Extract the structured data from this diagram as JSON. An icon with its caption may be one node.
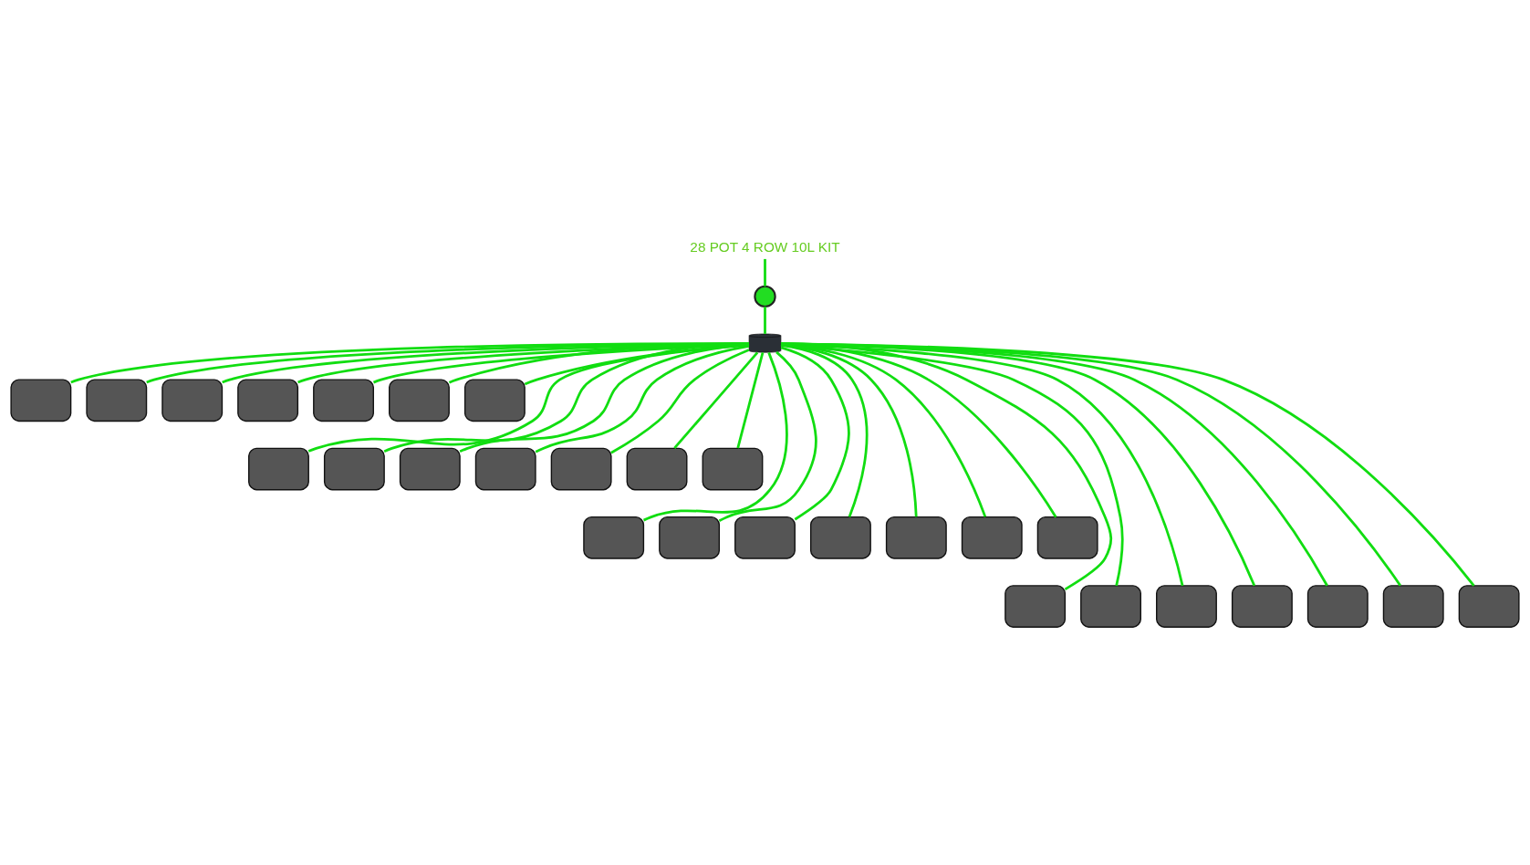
{
  "diagram": {
    "title": "28 POT 4 ROW 10L KIT",
    "nodes": [
      {
        "text": [],
        "shape": "box"
      },
      {
        "text": [],
        "shape": "box"
      },
      {
        "text": [],
        "shape": "box"
      },
      {
        "text": [],
        "shape": "box"
      },
      {
        "text": [],
        "shape": "box"
      },
      {
        "text": [],
        "shape": "box"
      },
      {
        "text": [],
        "shape": "box"
      },
      {
        "text": [],
        "shape": "box"
      },
      {
        "text": [],
        "shape": "box"
      },
      {
        "text": [],
        "shape": "box"
      },
      {
        "text": [],
        "shape": "box"
      },
      {
        "text": [],
        "shape": "box"
      },
      {
        "text": [],
        "shape": "box"
      },
      {
        "text": [],
        "shape": "box"
      },
      {
        "text": [],
        "shape": "box"
      },
      {
        "text": [],
        "shape": "box"
      },
      {
        "text": [],
        "shape": "box"
      },
      {
        "text": [],
        "shape": "box"
      },
      {
        "text": [],
        "shape": "box"
      },
      {
        "text": [],
        "shape": "box"
      },
      {
        "text": [],
        "shape": "box"
      },
      {
        "text": [],
        "shape": "box"
      },
      {
        "text": [],
        "shape": "box"
      },
      {
        "text": [],
        "shape": "box"
      },
      {
        "text": [],
        "shape": "box"
      },
      {
        "text": [],
        "shape": "box"
      },
      {
        "text": [],
        "shape": "box"
      },
      {
        "text": [],
        "shape": "box"
      },
      {
        "text": [],
        "shape": "cylinder"
      },
      {
        "text": [],
        "shape": "circle"
      }
    ],
    "edges": [
      {
        "from": null,
        "to": 29,
        "arrow": "none"
      },
      {
        "from": 29,
        "to": 28,
        "arrow": "none"
      },
      {
        "from": 28,
        "to": 0,
        "arrow": "none"
      },
      {
        "from": 28,
        "to": 1,
        "arrow": "none"
      },
      {
        "from": 28,
        "to": 2,
        "arrow": "none"
      },
      {
        "from": 28,
        "to": 3,
        "arrow": "none"
      },
      {
        "from": 28,
        "to": 4,
        "arrow": "none"
      },
      {
        "from": 28,
        "to": 5,
        "arrow": "none"
      },
      {
        "from": 28,
        "to": 6,
        "arrow": "none"
      },
      {
        "from": 28,
        "to": 7,
        "arrow": "none"
      },
      {
        "from": 28,
        "to": 8,
        "arrow": "none"
      },
      {
        "from": 28,
        "to": 9,
        "arrow": "none"
      },
      {
        "from": 28,
        "to": 10,
        "arrow": "none"
      },
      {
        "from": 28,
        "to": 11,
        "arrow": "none"
      },
      {
        "from": 28,
        "to": 12,
        "arrow": "none"
      },
      {
        "from": 28,
        "to": 13,
        "arrow": "none"
      },
      {
        "from": 28,
        "to": 14,
        "arrow": "none"
      },
      {
        "from": 28,
        "to": 15,
        "arrow": "none"
      },
      {
        "from": 28,
        "to": 16,
        "arrow": "none"
      },
      {
        "from": 28,
        "to": 17,
        "arrow": "none"
      },
      {
        "from": 28,
        "to": 18,
        "arrow": "none"
      },
      {
        "from": 28,
        "to": 19,
        "arrow": "none"
      },
      {
        "from": 28,
        "to": 20,
        "arrow": "none"
      },
      {
        "from": 28,
        "to": 21,
        "arrow": "none"
      },
      {
        "from": 28,
        "to": 22,
        "arrow": "none"
      },
      {
        "from": 28,
        "to": 23,
        "arrow": "none"
      },
      {
        "from": 28,
        "to": 24,
        "arrow": "none"
      },
      {
        "from": 28,
        "to": 25,
        "arrow": "none"
      },
      {
        "from": 28,
        "to": 26,
        "arrow": "none"
      },
      {
        "from": 28,
        "to": 27,
        "arrow": "none"
      }
    ]
  }
}
